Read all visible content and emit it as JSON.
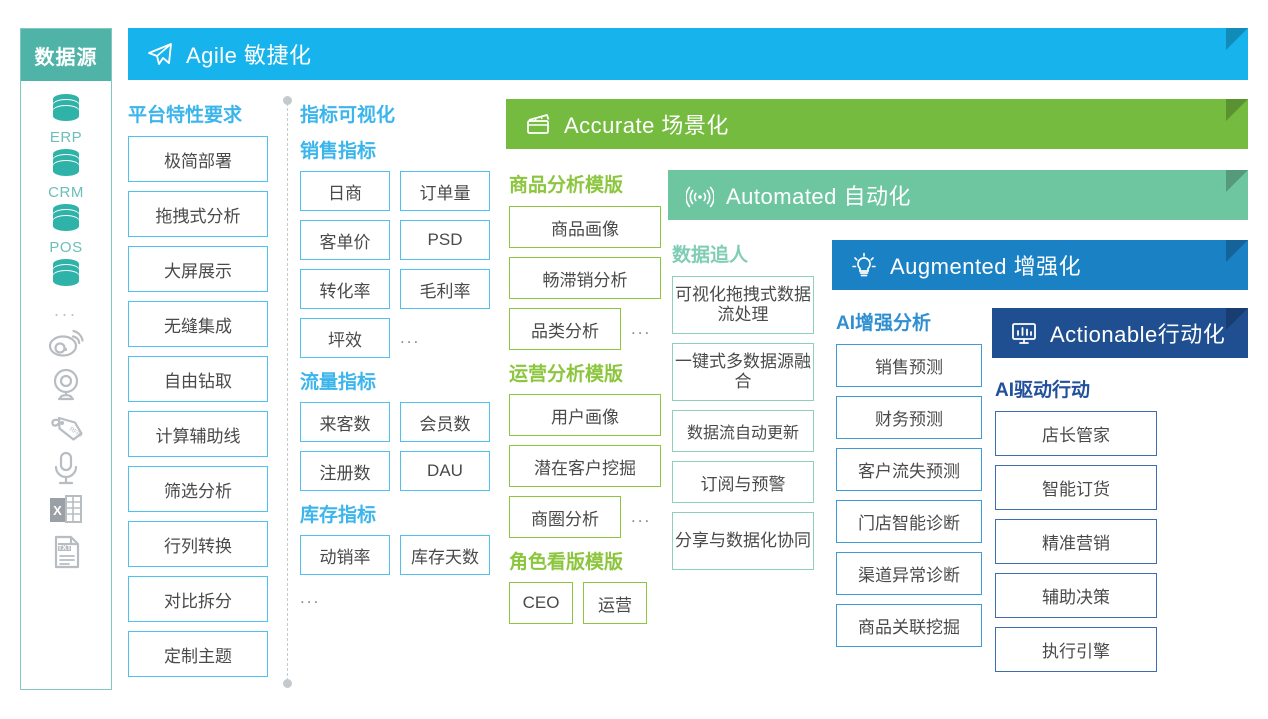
{
  "sidebar": {
    "title": "数据源",
    "items": [
      {
        "label": "ERP",
        "icon": "database-icon"
      },
      {
        "label": "CRM",
        "icon": "database-icon"
      },
      {
        "label": "POS",
        "icon": "database-icon"
      },
      {
        "label": "",
        "icon": "database-icon"
      }
    ],
    "ellipsis": "...",
    "extra_icons": [
      {
        "icon": "weibo-icon"
      },
      {
        "icon": "webcam-icon"
      },
      {
        "icon": "rfid-tag-icon"
      },
      {
        "icon": "microphone-icon"
      },
      {
        "icon": "excel-file-icon"
      },
      {
        "icon": "txt-file-icon"
      }
    ]
  },
  "banners": [
    {
      "id": "agile",
      "en": "Agile",
      "cn": "敏捷化",
      "icon": "paper-plane-icon",
      "color": "#17b3ec"
    },
    {
      "id": "accurate",
      "en": "Accurate",
      "cn": "场景化",
      "icon": "clapperboard-icon",
      "color": "#74bb3f"
    },
    {
      "id": "automated",
      "en": "Automated",
      "cn": "自动化",
      "icon": "broadcast-icon",
      "color": "#6ec6a0"
    },
    {
      "id": "augmented",
      "en": "Augmented",
      "cn": "增强化",
      "icon": "lightbulb-icon",
      "color": "#1b81c5"
    },
    {
      "id": "actionable",
      "en": "Actionable",
      "cn": "行动化",
      "icon": "chart-board-icon",
      "color": "#1f4f90"
    }
  ],
  "columns": {
    "platform": {
      "title": "平台特性要求",
      "chips": [
        "极简部署",
        "拖拽式分析",
        "大屏展示",
        "无缝集成",
        "自由钻取",
        "计算辅助线",
        "筛选分析",
        "行列转换",
        "对比拆分",
        "定制主题"
      ]
    },
    "metrics": {
      "title": "指标可视化",
      "groups": [
        {
          "name": "销售指标",
          "rows": [
            [
              "日商",
              "订单量"
            ],
            [
              "客单价",
              "PSD"
            ],
            [
              "转化率",
              "毛利率"
            ],
            [
              "坪效",
              "..."
            ]
          ]
        },
        {
          "name": "流量指标",
          "rows": [
            [
              "来客数",
              "会员数"
            ],
            [
              "注册数",
              "DAU"
            ]
          ]
        },
        {
          "name": "库存指标",
          "rows": [
            [
              "动销率",
              "库存天数"
            ]
          ],
          "trailing_ellipsis": "..."
        }
      ]
    },
    "goods": {
      "groups": [
        {
          "name": "商品分析模版",
          "chips": [
            "商品画像",
            "畅滞销分析"
          ],
          "last_row": {
            "chip": "品类分析",
            "ellipsis": "..."
          }
        },
        {
          "name": "运营分析模版",
          "chips": [
            "用户画像",
            "潜在客户挖掘"
          ],
          "last_row": {
            "chip": "商圈分析",
            "ellipsis": "..."
          }
        },
        {
          "name": "角色看版模版",
          "pair": [
            "CEO",
            "运营"
          ]
        }
      ]
    },
    "chase": {
      "title": "数据追人",
      "chips": [
        "可视化拖拽式数据流处理",
        "一键式多数据源融合",
        "数据流自动更新",
        "订阅与预警",
        "分享与数据化协同"
      ]
    },
    "ai": {
      "title": "AI增强分析",
      "chips": [
        "销售预测",
        "财务预测",
        "客户流失预测",
        "门店智能诊断",
        "渠道异常诊断",
        "商品关联挖掘"
      ]
    },
    "action": {
      "title": "AI驱动行动",
      "chips": [
        "店长管家",
        "智能订货",
        "精准营销",
        "辅助决策",
        "执行引擎"
      ]
    }
  }
}
